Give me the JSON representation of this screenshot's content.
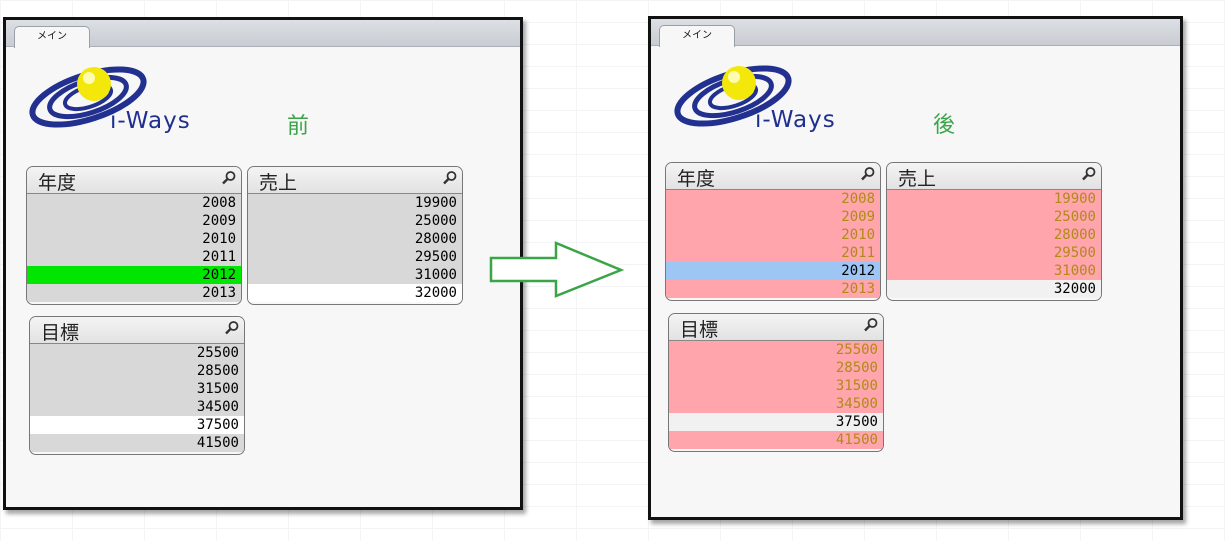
{
  "tab_label": "メイン",
  "logo_text": "i-Ways",
  "colors": {
    "selected": "#00e600",
    "excluded_alt": "#ffa5ab",
    "possible_alt": "#9dc6f5",
    "grey": "#d8d8d8",
    "arrow": "#3aa547"
  },
  "before": {
    "label": "前",
    "year": {
      "title": "年度",
      "rows": [
        {
          "v": "2008",
          "s": "grey"
        },
        {
          "v": "2009",
          "s": "grey"
        },
        {
          "v": "2010",
          "s": "grey"
        },
        {
          "v": "2011",
          "s": "grey"
        },
        {
          "v": "2012",
          "s": "green"
        },
        {
          "v": "2013",
          "s": "grey"
        }
      ]
    },
    "sales": {
      "title": "売上",
      "rows": [
        {
          "v": "19900",
          "s": "grey"
        },
        {
          "v": "25000",
          "s": "grey"
        },
        {
          "v": "28000",
          "s": "grey"
        },
        {
          "v": "29500",
          "s": "grey"
        },
        {
          "v": "31000",
          "s": "grey"
        },
        {
          "v": "32000",
          "s": "white"
        }
      ]
    },
    "target": {
      "title": "目標",
      "rows": [
        {
          "v": "25500",
          "s": "grey"
        },
        {
          "v": "28500",
          "s": "grey"
        },
        {
          "v": "31500",
          "s": "grey"
        },
        {
          "v": "34500",
          "s": "grey"
        },
        {
          "v": "37500",
          "s": "white"
        },
        {
          "v": "41500",
          "s": "grey"
        }
      ]
    }
  },
  "after": {
    "label": "後",
    "year": {
      "title": "年度",
      "rows": [
        {
          "v": "2008",
          "s": "pink"
        },
        {
          "v": "2009",
          "s": "pink"
        },
        {
          "v": "2010",
          "s": "pink"
        },
        {
          "v": "2011",
          "s": "pink"
        },
        {
          "v": "2012",
          "s": "blue"
        },
        {
          "v": "2013",
          "s": "pink"
        }
      ]
    },
    "sales": {
      "title": "売上",
      "rows": [
        {
          "v": "19900",
          "s": "pink"
        },
        {
          "v": "25000",
          "s": "pink"
        },
        {
          "v": "28000",
          "s": "pink"
        },
        {
          "v": "29500",
          "s": "pink"
        },
        {
          "v": "31000",
          "s": "pink"
        },
        {
          "v": "32000",
          "s": "excl"
        }
      ]
    },
    "target": {
      "title": "目標",
      "rows": [
        {
          "v": "25500",
          "s": "pink"
        },
        {
          "v": "28500",
          "s": "pink"
        },
        {
          "v": "31500",
          "s": "pink"
        },
        {
          "v": "34500",
          "s": "pink"
        },
        {
          "v": "37500",
          "s": "excl"
        },
        {
          "v": "41500",
          "s": "pink"
        }
      ]
    }
  }
}
